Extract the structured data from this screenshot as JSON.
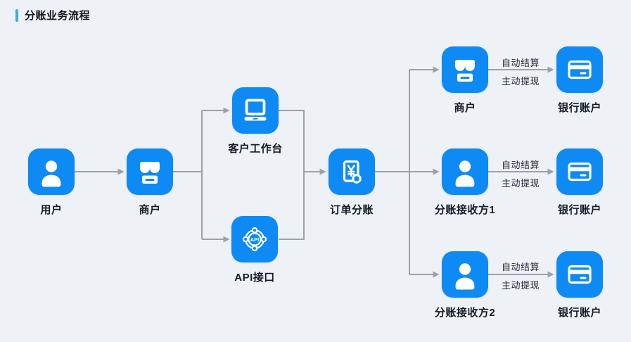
{
  "page_title": "分账业务流程",
  "colors": {
    "background": "#eef1f6",
    "node_blue": "#0d8af4",
    "connector_gray": "#9aa1ac",
    "title_accent": "#45a9de",
    "label_text": "#141c28"
  },
  "nodes": {
    "user": {
      "label": "用户",
      "icon": "user-icon"
    },
    "merchant_left": {
      "label": "商户",
      "icon": "storefront-icon"
    },
    "workbench": {
      "label": "客户工作台",
      "icon": "monitor-icon"
    },
    "api": {
      "label": "API接口",
      "icon": "api-icon",
      "icon_text": "API"
    },
    "order_split": {
      "label": "订单分账",
      "icon": "invoice-yen-icon"
    },
    "merchant_right": {
      "label": "商户",
      "icon": "storefront-icon"
    },
    "receiver1": {
      "label": "分账接收方1",
      "icon": "user-icon"
    },
    "receiver2": {
      "label": "分账接收方2",
      "icon": "user-icon"
    },
    "bank_top": {
      "label": "银行账户",
      "icon": "bank-card-icon"
    },
    "bank_mid": {
      "label": "银行账户",
      "icon": "bank-card-icon"
    },
    "bank_bottom": {
      "label": "银行账户",
      "icon": "bank-card-icon"
    }
  },
  "edge_labels": {
    "auto_settlement": "自动结算",
    "manual_withdrawal": "主动提现"
  }
}
